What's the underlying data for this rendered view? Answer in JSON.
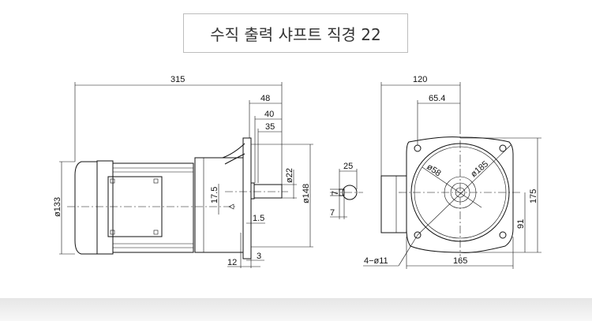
{
  "title": "수직 출력 샤프트 직경 22",
  "side_view": {
    "dims": {
      "overall_length": "315",
      "d48": "48",
      "d40": "40",
      "d35": "35",
      "shaft_dia": "ø22",
      "flange_dia": "ø148",
      "motor_dia": "ø133",
      "offset": "17.5",
      "d1_5": "1.5",
      "d12": "12",
      "d3": "3"
    }
  },
  "key_detail": {
    "width": "25",
    "key_upper": "7",
    "key_lower": "7"
  },
  "front_view": {
    "dims": {
      "d120": "120",
      "d65_4": "65.4",
      "pilot_dia": "ø58",
      "pcd": "ø185",
      "height": "175",
      "center_height": "91",
      "width": "165",
      "holes": "4−ø11"
    }
  }
}
